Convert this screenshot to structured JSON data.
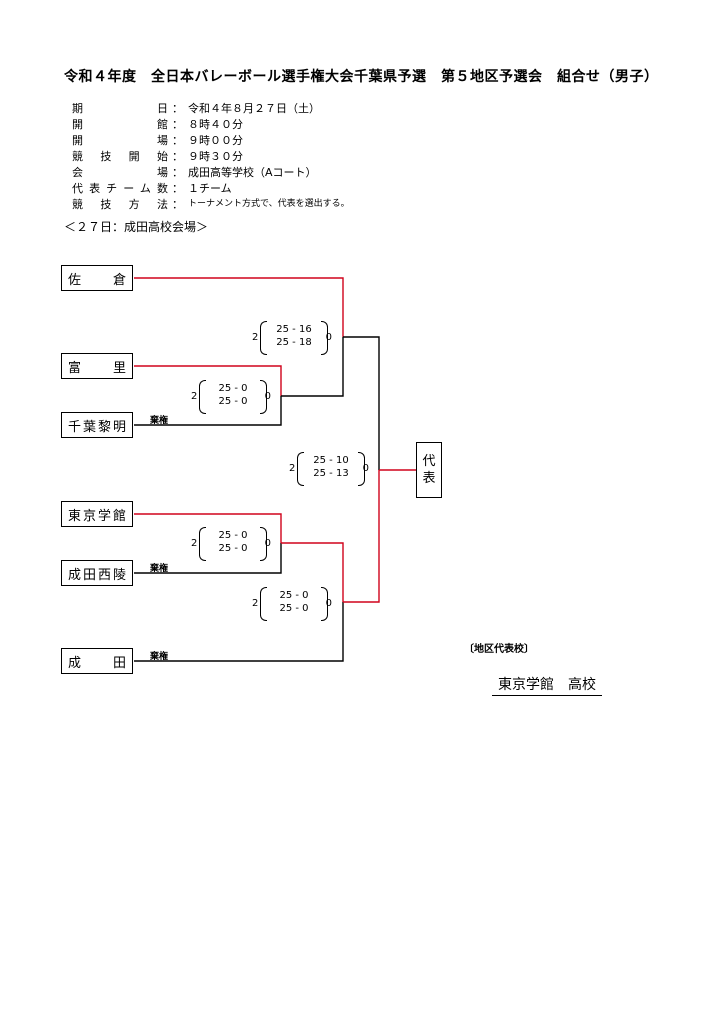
{
  "title": "令和４年度　全日本バレーボール選手権大会千葉県予選　第５地区予選会　組合せ（男子）",
  "info": [
    {
      "label": "期日",
      "value": "令和４年８月２７日（土）"
    },
    {
      "label": "開館",
      "value": "８時４０分"
    },
    {
      "label": "開場",
      "value": "９時００分"
    },
    {
      "label": "競技開始",
      "value": "９時３０分"
    },
    {
      "label": "会場",
      "value": "成田高等学校（Aコート）"
    },
    {
      "label": "代表チーム数",
      "value": "１チーム"
    },
    {
      "label": "競技方法",
      "value": "トーナメント方式で、代表を選出する。"
    }
  ],
  "colon": "：",
  "section": "＜２７日：成田高校会場＞",
  "teams": [
    {
      "chars": [
        "佐",
        "倉"
      ]
    },
    {
      "chars": [
        "富",
        "里"
      ]
    },
    {
      "chars": [
        "千",
        "葉",
        "黎",
        "明"
      ]
    },
    {
      "chars": [
        "東",
        "京",
        "学",
        "館"
      ]
    },
    {
      "chars": [
        "成",
        "田",
        "西",
        "陵"
      ]
    },
    {
      "chars": [
        "成",
        "田"
      ]
    }
  ],
  "bye_label": "棄権",
  "scores": [
    {
      "left": "2",
      "set1": "25 - 16",
      "set2": "25 - 18",
      "right": "0"
    },
    {
      "left": "2",
      "set1": "25 - 0",
      "set2": "25 - 0",
      "right": "0"
    },
    {
      "left": "2",
      "set1": "25 - 10",
      "set2": "25 - 13",
      "right": "0"
    },
    {
      "left": "2",
      "set1": "25 - 0",
      "set2": "25 - 0",
      "right": "0"
    },
    {
      "left": "2",
      "set1": "25 - 0",
      "set2": "25 - 0",
      "right": "0"
    }
  ],
  "representative": [
    "代",
    "表"
  ],
  "winner_label": "〔地区代表校〕",
  "winner": "東京学館　高校",
  "colors": {
    "line": "#000000",
    "win_line": "#d0021b"
  }
}
